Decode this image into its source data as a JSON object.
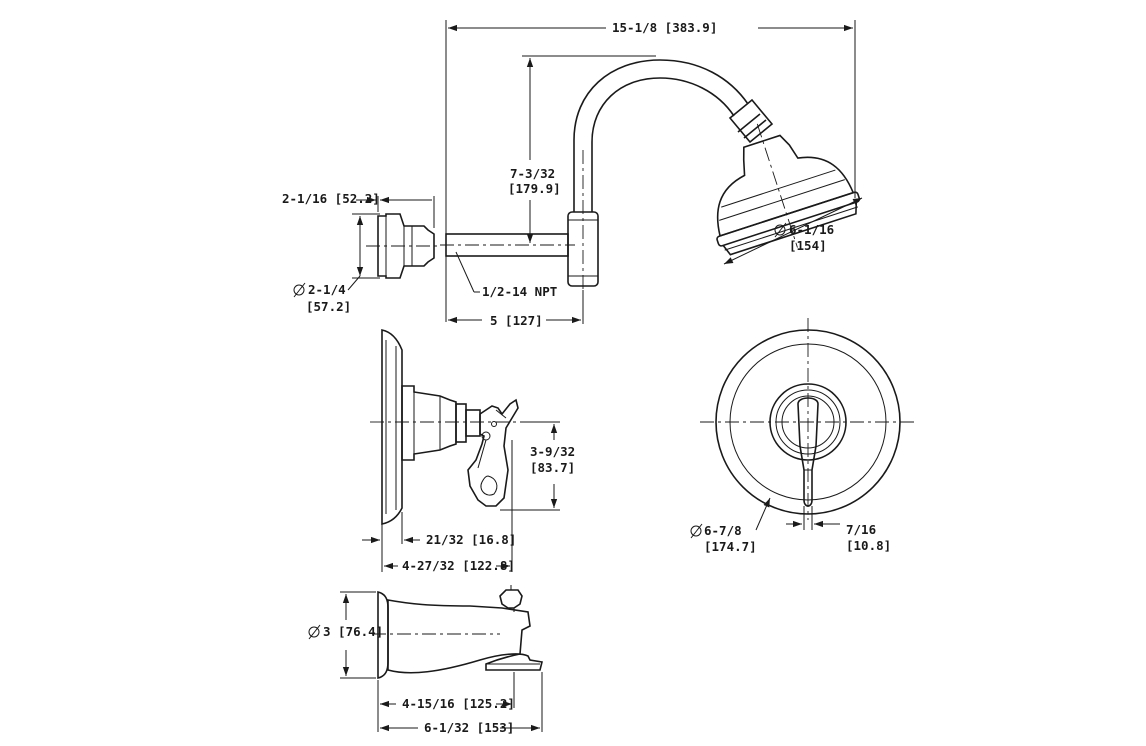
{
  "dimensions": {
    "shower_arm_overall": "15-1/8  [383.9]",
    "shower_arm_height": "7-3/32",
    "shower_arm_height_mm": "[179.9]",
    "flange_depth": "2-1/16  [52.2]",
    "flange_diameter": "2-1/4",
    "flange_diameter_mm": "[57.2]",
    "thread": "1/2-14  NPT",
    "arm_reach": "5  [127]",
    "head_diameter": "6-1/16",
    "head_diameter_mm": "[154]",
    "handle_height": "3-9/32",
    "handle_height_mm": "[83.7]",
    "handle_offset": "21/32  [16.8]",
    "handle_overall": "4-27/32  [122.8]",
    "escutcheon_diameter": "6-7/8",
    "escutcheon_diameter_mm": "[174.7]",
    "lever_width": "7/16",
    "lever_width_mm": "[10.8]",
    "spout_diameter": "3  [76.4]",
    "spout_reach": "4-15/16  [125.2]",
    "spout_overall": "6-1/32  [153]"
  }
}
